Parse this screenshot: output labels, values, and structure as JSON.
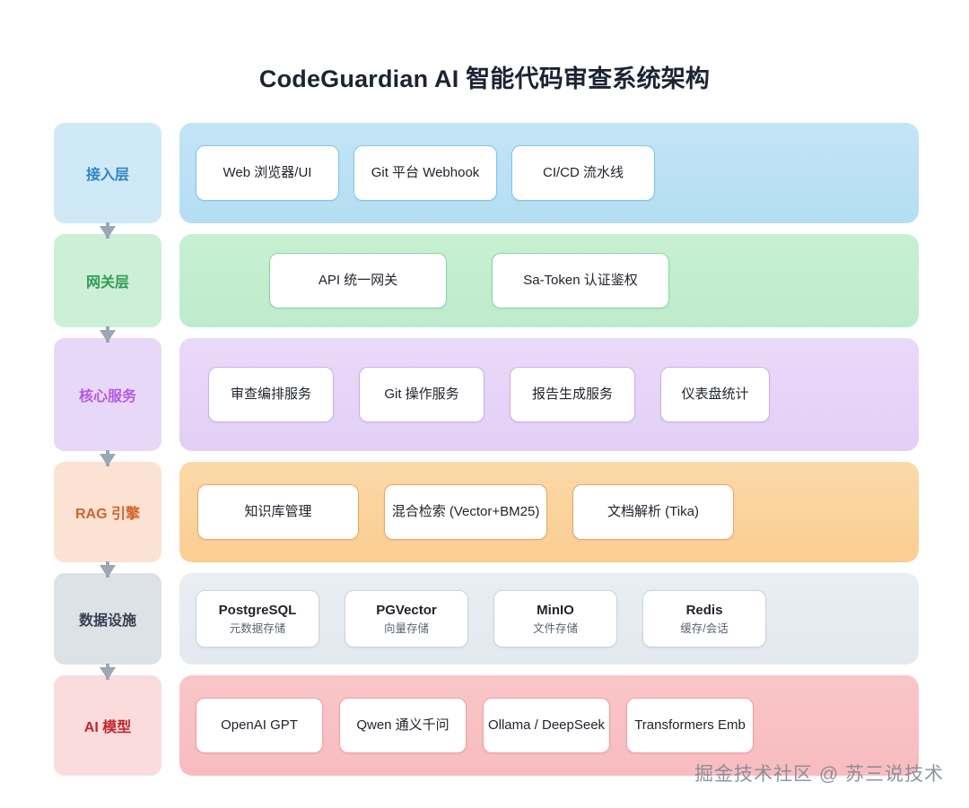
{
  "title": "CodeGuardian AI 智能代码审查系统架构",
  "watermark": "掘金技术社区 @ 苏三说技术",
  "colors": {
    "access_pill_bg": "#cfe9f7",
    "access_pill_text": "#2f86c4",
    "gateway_pill_bg": "#cdefd5",
    "gateway_pill_text": "#2f9e54",
    "core_pill_bg": "#e8d8f7",
    "core_pill_text": "#b45ae0",
    "rag_pill_bg": "#fbe2d2",
    "rag_pill_text": "#d4622a",
    "data_pill_bg": "#dde2e7",
    "data_pill_text": "#374151",
    "ai_pill_bg": "#fbdcdd",
    "ai_pill_text": "#c0272d",
    "arrow": "#9aa7b4"
  },
  "layers": [
    {
      "id": "access",
      "label": "接入层",
      "cards": [
        {
          "title": "Web 浏览器/UI",
          "sub": "",
          "width": 160
        },
        {
          "title": "Git 平台 Webhook",
          "sub": "",
          "width": 160
        },
        {
          "title": "CI/CD 流水线",
          "sub": "",
          "width": 160
        }
      ]
    },
    {
      "id": "gateway",
      "label": "网关层",
      "cards": [
        {
          "title": "API 统一网关",
          "sub": "",
          "width": 198
        },
        {
          "title": "Sa-Token 认证鉴权",
          "sub": "",
          "width": 198
        }
      ]
    },
    {
      "id": "core",
      "label": "核心服务",
      "cards": [
        {
          "title": "审查编排服务",
          "sub": "",
          "width": 140
        },
        {
          "title": "Git 操作服务",
          "sub": "",
          "width": 140
        },
        {
          "title": "报告生成服务",
          "sub": "",
          "width": 140
        },
        {
          "title": "仪表盘统计",
          "sub": "",
          "width": 122
        }
      ]
    },
    {
      "id": "rag",
      "label": "RAG 引擎",
      "cards": [
        {
          "title": "知识库管理",
          "sub": "",
          "width": 180
        },
        {
          "title": "混合检索 (Vector+BM25)",
          "sub": "",
          "width": 182
        },
        {
          "title": "文档解析 (Tika)",
          "sub": "",
          "width": 180
        }
      ]
    },
    {
      "id": "data",
      "label": "数据设施",
      "cards": [
        {
          "title": "PostgreSQL",
          "sub": "元数据存储",
          "width": 138
        },
        {
          "title": "PGVector",
          "sub": "向量存储",
          "width": 138
        },
        {
          "title": "MinIO",
          "sub": "文件存储",
          "width": 138
        },
        {
          "title": "Redis",
          "sub": "缓存/会话",
          "width": 138
        }
      ]
    },
    {
      "id": "ai",
      "label": "AI 模型",
      "cards": [
        {
          "title": "OpenAI GPT",
          "sub": "",
          "width": 142
        },
        {
          "title": "Qwen 通义千问",
          "sub": "",
          "width": 142
        },
        {
          "title": "Ollama / DeepSeek",
          "sub": "",
          "width": 142
        },
        {
          "title": "Transformers Emb",
          "sub": "",
          "width": 142
        }
      ]
    }
  ]
}
